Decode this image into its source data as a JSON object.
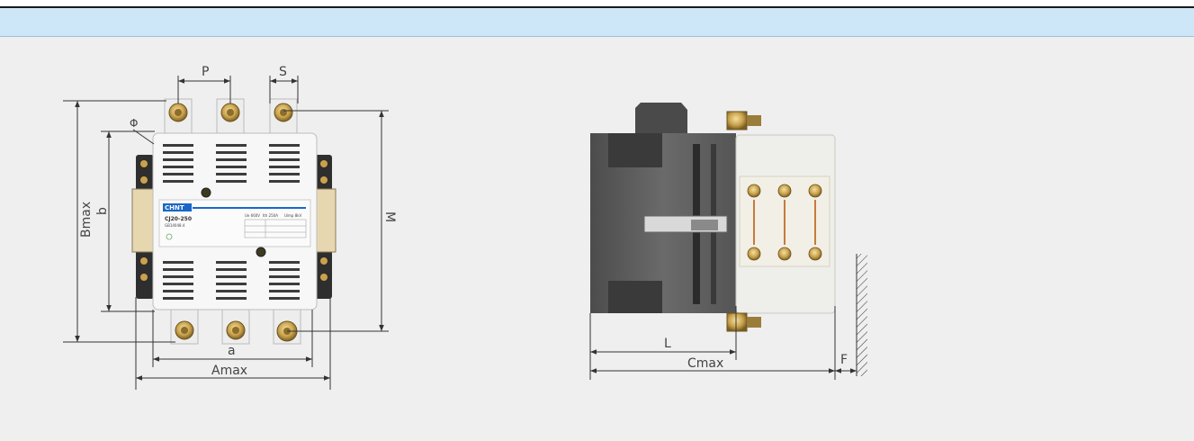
{
  "front_view": {
    "dimensions": {
      "p": "P",
      "s": "S",
      "phi": "Φ",
      "b": "b",
      "bmax": "Bmax",
      "m": "M",
      "a": "a",
      "amax": "Amax"
    },
    "brand": "CHNT",
    "model": "CJ20-250",
    "model_sub": "GB14048.4",
    "rating_left": "Ue 660V",
    "rating_mid": "Ith 250A",
    "rating_right": "Uimp 8kV"
  },
  "side_view": {
    "dimensions": {
      "l": "L",
      "cmax": "Cmax",
      "f": "F"
    }
  },
  "colors": {
    "header": "#cde7f8",
    "panel": "#efefef",
    "dim_line": "#333333",
    "brass": "#c8a44a",
    "housing": "#5a5a5a"
  }
}
